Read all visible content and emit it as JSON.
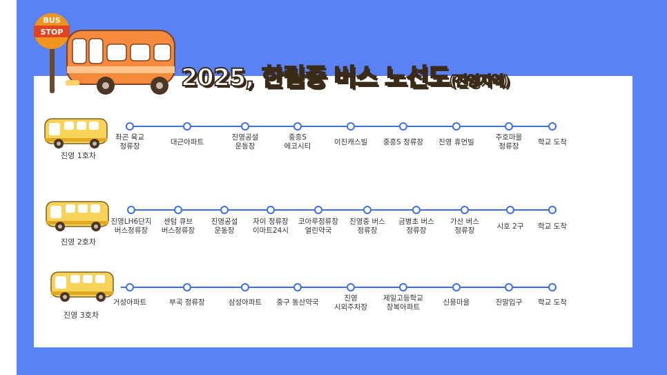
{
  "title": {
    "main": "2025, 한림중 버스 노선도",
    "sub": "(진영지역)"
  },
  "sign": {
    "line1": "BUS",
    "line2": "STOP"
  },
  "routes": [
    {
      "name": "진영 1호차",
      "stops": [
        "좌곤 육교\n정류장",
        "대근아파트",
        "진영공설\n운동장",
        "중흥S\n에코시티",
        "이진캐스빌",
        "중흥S 정류장",
        "진영 휴먼빌",
        "주호마을\n정류장",
        "학교 도착"
      ]
    },
    {
      "name": "진영 2호차",
      "stops": [
        "진영LH6단지\n버스정류장",
        "센텀 큐브\n버스정류장",
        "진영공설\n운동장",
        "자이 정류장\n이마트24시",
        "코아루정류장\n열린약국",
        "진영중 버스\n정류장",
        "금병초 버스\n정류장",
        "가산 버스\n정류장",
        "시호 2구",
        "학교 도착"
      ]
    },
    {
      "name": "진영 3호차",
      "stops": [
        "거성아파트",
        "부곡 정류장",
        "삼성아파트",
        "중구 동산약국",
        "진영\n시외주차장",
        "제일고등학교\n장복아파트",
        "신용마을",
        "진말입구",
        "학교 도착"
      ]
    }
  ],
  "colors": {
    "background_blue": "#5b82f5",
    "route_line": "#3d6fe0",
    "bus_yellow": "#f7d35a",
    "bus_orange": "#f58a3c"
  }
}
